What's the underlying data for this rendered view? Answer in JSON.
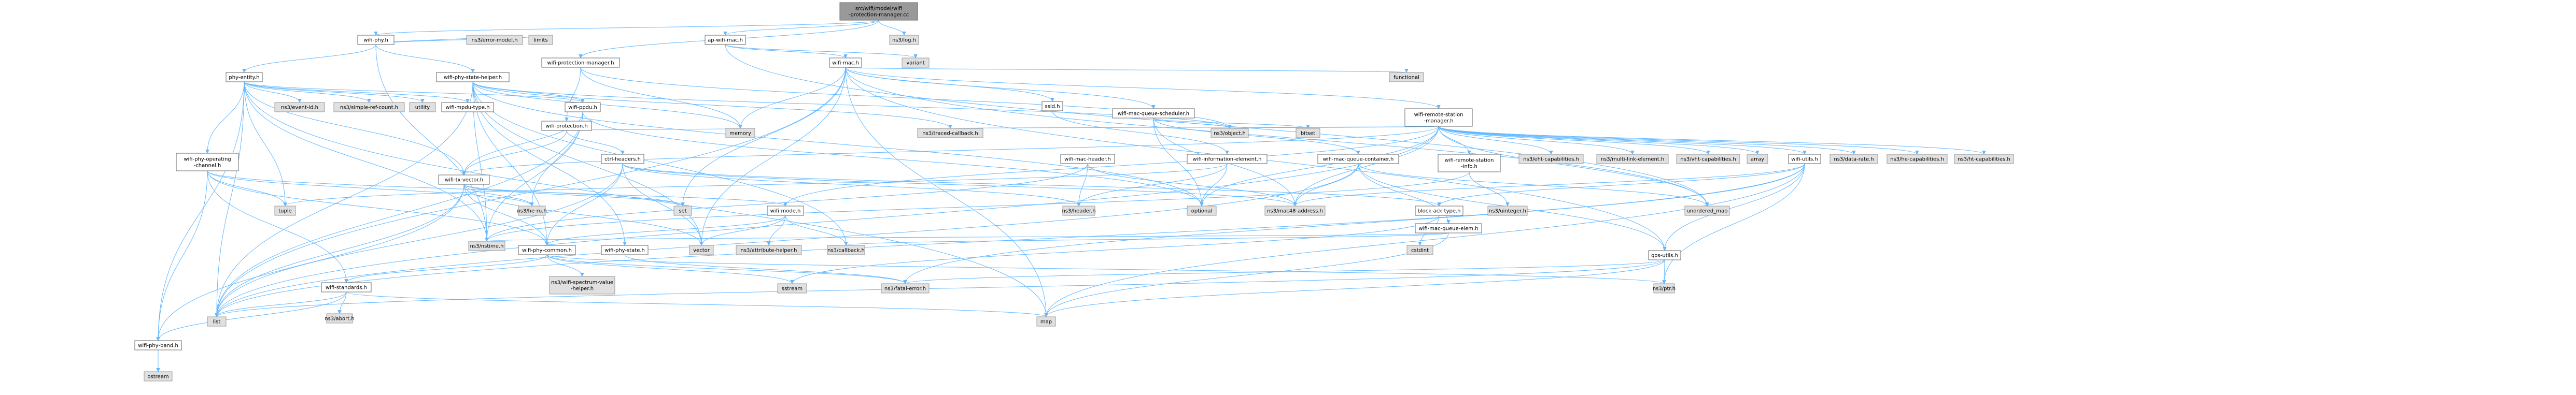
{
  "colors": {
    "edge": "#63b8ff",
    "root_fill": "#999999",
    "local_fill": "#ffffff",
    "external_fill": "#e0e0e0"
  },
  "nodes": [
    {
      "id": "root",
      "label": [
        "src/wifi/model/wifi",
        "-protection-manager.cc"
      ],
      "kind": "root"
    },
    {
      "id": "wifi-phy",
      "label": [
        "wifi-phy.h"
      ],
      "kind": "local"
    },
    {
      "id": "ap-wifi-mac",
      "label": [
        "ap-wifi-mac.h"
      ],
      "kind": "local"
    },
    {
      "id": "log",
      "label": [
        "ns3/log.h"
      ],
      "kind": "ext"
    },
    {
      "id": "wifi-protection-manager",
      "label": [
        "wifi-protection-manager.h"
      ],
      "kind": "local"
    },
    {
      "id": "phy-entity",
      "label": [
        "phy-entity.h"
      ],
      "kind": "local"
    },
    {
      "id": "wifi-phy-state-helper",
      "label": [
        "wifi-phy-state-helper.h"
      ],
      "kind": "local"
    },
    {
      "id": "error-model",
      "label": [
        "ns3/error-model.h"
      ],
      "kind": "ext"
    },
    {
      "id": "limits",
      "label": [
        "limits"
      ],
      "kind": "ext"
    },
    {
      "id": "wifi-mac",
      "label": [
        "wifi-mac.h"
      ],
      "kind": "local"
    },
    {
      "id": "variant",
      "label": [
        "variant"
      ],
      "kind": "ext"
    },
    {
      "id": "wifi-remote-station-manager",
      "label": [
        "wifi-remote-station",
        "-manager.h"
      ],
      "kind": "local"
    },
    {
      "id": "functional",
      "label": [
        "functional"
      ],
      "kind": "ext"
    },
    {
      "id": "event-id",
      "label": [
        "ns3/event-id.h"
      ],
      "kind": "ext"
    },
    {
      "id": "simple-ref-count",
      "label": [
        "ns3/simple-ref-count.h"
      ],
      "kind": "ext"
    },
    {
      "id": "utility",
      "label": [
        "utility"
      ],
      "kind": "ext"
    },
    {
      "id": "wifi-mpdu-type",
      "label": [
        "wifi-mpdu-type.h"
      ],
      "kind": "local"
    },
    {
      "id": "wifi-ppdu",
      "label": [
        "wifi-ppdu.h"
      ],
      "kind": "local"
    },
    {
      "id": "wifi-protection",
      "label": [
        "wifi-protection.h"
      ],
      "kind": "local"
    },
    {
      "id": "memory",
      "label": [
        "memory"
      ],
      "kind": "ext"
    },
    {
      "id": "traced-callback",
      "label": [
        "ns3/traced-callback.h"
      ],
      "kind": "ext"
    },
    {
      "id": "ssid",
      "label": [
        "ssid.h"
      ],
      "kind": "local"
    },
    {
      "id": "wifi-mac-queue-scheduler",
      "label": [
        "wifi-mac-queue-scheduler.h"
      ],
      "kind": "local"
    },
    {
      "id": "object",
      "label": [
        "ns3/object.h"
      ],
      "kind": "ext"
    },
    {
      "id": "bitset",
      "label": [
        "bitset"
      ],
      "kind": "ext"
    },
    {
      "id": "wifi-phy-operating-channel",
      "label": [
        "wifi-phy-operating",
        "-channel.h"
      ],
      "kind": "local"
    },
    {
      "id": "ctrl-headers",
      "label": [
        "ctrl-headers.h"
      ],
      "kind": "local"
    },
    {
      "id": "wifi-tx-vector",
      "label": [
        "wifi-tx-vector.h"
      ],
      "kind": "local"
    },
    {
      "id": "wifi-mac-header",
      "label": [
        "wifi-mac-header.h"
      ],
      "kind": "local"
    },
    {
      "id": "wifi-information-element",
      "label": [
        "wifi-information-element.h"
      ],
      "kind": "local"
    },
    {
      "id": "wifi-mac-queue-container",
      "label": [
        "wifi-mac-queue-container.h"
      ],
      "kind": "local"
    },
    {
      "id": "wifi-remote-station-info",
      "label": [
        "wifi-remote-station",
        "-info.h"
      ],
      "kind": "local"
    },
    {
      "id": "eht-capabilities",
      "label": [
        "ns3/eht-capabilities.h"
      ],
      "kind": "ext"
    },
    {
      "id": "multi-link-element",
      "label": [
        "ns3/multi-link-element.h"
      ],
      "kind": "ext"
    },
    {
      "id": "vht-capabilities",
      "label": [
        "ns3/vht-capabilities.h"
      ],
      "kind": "ext"
    },
    {
      "id": "array",
      "label": [
        "array"
      ],
      "kind": "ext"
    },
    {
      "id": "wifi-utils",
      "label": [
        "wifi-utils.h"
      ],
      "kind": "local"
    },
    {
      "id": "data-rate",
      "label": [
        "ns3/data-rate.h"
      ],
      "kind": "ext"
    },
    {
      "id": "he-capabilities",
      "label": [
        "ns3/he-capabilities.h"
      ],
      "kind": "ext"
    },
    {
      "id": "ht-capabilities",
      "label": [
        "ns3/ht-capabilities.h"
      ],
      "kind": "ext"
    },
    {
      "id": "tuple",
      "label": [
        "tuple"
      ],
      "kind": "ext"
    },
    {
      "id": "he-ru",
      "label": [
        "ns3/he-ru.h"
      ],
      "kind": "ext"
    },
    {
      "id": "set",
      "label": [
        "set"
      ],
      "kind": "ext"
    },
    {
      "id": "wifi-mode",
      "label": [
        "wifi-mode.h"
      ],
      "kind": "local"
    },
    {
      "id": "header",
      "label": [
        "ns3/header.h"
      ],
      "kind": "ext"
    },
    {
      "id": "optional",
      "label": [
        "optional"
      ],
      "kind": "ext"
    },
    {
      "id": "mac48-address",
      "label": [
        "ns3/mac48-address.h"
      ],
      "kind": "ext"
    },
    {
      "id": "block-ack-type",
      "label": [
        "block-ack-type.h"
      ],
      "kind": "local"
    },
    {
      "id": "wifi-mac-queue-elem",
      "label": [
        "wifi-mac-queue-elem.h"
      ],
      "kind": "local"
    },
    {
      "id": "uinteger",
      "label": [
        "ns3/uinteger.h"
      ],
      "kind": "ext"
    },
    {
      "id": "unordered_map",
      "label": [
        "unordered_map"
      ],
      "kind": "ext"
    },
    {
      "id": "nstime",
      "label": [
        "ns3/nstime.h"
      ],
      "kind": "ext"
    },
    {
      "id": "wifi-phy-common",
      "label": [
        "wifi-phy-common.h"
      ],
      "kind": "local"
    },
    {
      "id": "wifi-phy-state",
      "label": [
        "wifi-phy-state.h"
      ],
      "kind": "local"
    },
    {
      "id": "vector",
      "label": [
        "vector"
      ],
      "kind": "ext"
    },
    {
      "id": "attribute-helper",
      "label": [
        "ns3/attribute-helper.h"
      ],
      "kind": "ext"
    },
    {
      "id": "callback",
      "label": [
        "ns3/callback.h"
      ],
      "kind": "ext"
    },
    {
      "id": "cstdint",
      "label": [
        "cstdint"
      ],
      "kind": "ext"
    },
    {
      "id": "qos-utils",
      "label": [
        "qos-utils.h"
      ],
      "kind": "local"
    },
    {
      "id": "wifi-standards",
      "label": [
        "wifi-standards.h"
      ],
      "kind": "local"
    },
    {
      "id": "wifi-spectrum-value-helper",
      "label": [
        "ns3/wifi-spectrum-value",
        "-helper.h"
      ],
      "kind": "ext"
    },
    {
      "id": "sstream",
      "label": [
        "sstream"
      ],
      "kind": "ext"
    },
    {
      "id": "fatal-error",
      "label": [
        "ns3/fatal-error.h"
      ],
      "kind": "ext"
    },
    {
      "id": "ptr",
      "label": [
        "ns3/ptr.h"
      ],
      "kind": "ext"
    },
    {
      "id": "abort",
      "label": [
        "ns3/abort.h"
      ],
      "kind": "ext"
    },
    {
      "id": "list",
      "label": [
        "list"
      ],
      "kind": "ext"
    },
    {
      "id": "map",
      "label": [
        "map"
      ],
      "kind": "ext"
    },
    {
      "id": "wifi-phy-band",
      "label": [
        "wifi-phy-band.h"
      ],
      "kind": "local"
    },
    {
      "id": "ostream",
      "label": [
        "ostream"
      ],
      "kind": "ext"
    }
  ],
  "edges": [
    [
      "root",
      "wifi-phy"
    ],
    [
      "root",
      "ap-wifi-mac"
    ],
    [
      "root",
      "log"
    ],
    [
      "root",
      "wifi-protection-manager"
    ],
    [
      "wifi-phy",
      "phy-entity"
    ],
    [
      "wifi-phy",
      "wifi-phy-state-helper"
    ],
    [
      "wifi-phy",
      "error-model"
    ],
    [
      "wifi-phy",
      "limits"
    ],
    [
      "wifi-phy",
      "nstime"
    ],
    [
      "ap-wifi-mac",
      "wifi-mac"
    ],
    [
      "ap-wifi-mac",
      "variant"
    ],
    [
      "ap-wifi-mac",
      "unordered_map"
    ],
    [
      "wifi-protection-manager",
      "wifi-protection"
    ],
    [
      "wifi-protection-manager",
      "memory"
    ],
    [
      "wifi-protection-manager",
      "object"
    ],
    [
      "phy-entity",
      "event-id"
    ],
    [
      "phy-entity",
      "simple-ref-count"
    ],
    [
      "phy-entity",
      "utility"
    ],
    [
      "phy-entity",
      "wifi-mpdu-type"
    ],
    [
      "phy-entity",
      "wifi-ppdu"
    ],
    [
      "phy-entity",
      "wifi-phy-operating-channel"
    ],
    [
      "phy-entity",
      "wifi-tx-vector"
    ],
    [
      "phy-entity",
      "tuple"
    ],
    [
      "phy-entity",
      "list"
    ],
    [
      "phy-entity",
      "map"
    ],
    [
      "phy-entity",
      "nstime"
    ],
    [
      "phy-entity",
      "wifi-phy-band"
    ],
    [
      "wifi-phy-state-helper",
      "wifi-ppdu"
    ],
    [
      "wifi-phy-state-helper",
      "wifi-phy-state"
    ],
    [
      "wifi-phy-state-helper",
      "wifi-phy-common"
    ],
    [
      "wifi-phy-state-helper",
      "traced-callback"
    ],
    [
      "wifi-phy-state-helper",
      "object"
    ],
    [
      "wifi-phy-state-helper",
      "memory"
    ],
    [
      "wifi-phy-state-helper",
      "nstime"
    ],
    [
      "wifi-phy-state-helper",
      "callback"
    ],
    [
      "wifi-phy-state-helper",
      "vector"
    ],
    [
      "wifi-phy-state-helper",
      "list"
    ],
    [
      "wifi-phy-state-helper",
      "optional"
    ],
    [
      "wifi-mac",
      "wifi-remote-station-manager"
    ],
    [
      "wifi-mac",
      "wifi-mac-queue-scheduler"
    ],
    [
      "wifi-mac",
      "ssid"
    ],
    [
      "wifi-mac",
      "qos-utils"
    ],
    [
      "wifi-mac",
      "functional"
    ],
    [
      "wifi-mac",
      "memory"
    ],
    [
      "wifi-mac",
      "set"
    ],
    [
      "wifi-mac",
      "unordered_map"
    ],
    [
      "wifi-mac",
      "list"
    ],
    [
      "wifi-mac",
      "vector"
    ],
    [
      "wifi-mac",
      "map"
    ],
    [
      "wifi-remote-station-manager",
      "wifi-remote-station-info"
    ],
    [
      "wifi-remote-station-manager",
      "eht-capabilities"
    ],
    [
      "wifi-remote-station-manager",
      "multi-link-element"
    ],
    [
      "wifi-remote-station-manager",
      "vht-capabilities"
    ],
    [
      "wifi-remote-station-manager",
      "array"
    ],
    [
      "wifi-remote-station-manager",
      "wifi-utils"
    ],
    [
      "wifi-remote-station-manager",
      "data-rate"
    ],
    [
      "wifi-remote-station-manager",
      "he-capabilities"
    ],
    [
      "wifi-remote-station-manager",
      "ht-capabilities"
    ],
    [
      "wifi-remote-station-manager",
      "wifi-tx-vector"
    ],
    [
      "wifi-remote-station-manager",
      "traced-callback"
    ],
    [
      "wifi-remote-station-manager",
      "object"
    ],
    [
      "wifi-remote-station-manager",
      "mac48-address"
    ],
    [
      "wifi-remote-station-manager",
      "optional"
    ],
    [
      "wifi-remote-station-manager",
      "unordered_map"
    ],
    [
      "wifi-remote-station-manager",
      "list"
    ],
    [
      "wifi-remote-station-manager",
      "wifi-mode"
    ],
    [
      "wifi-ppdu",
      "wifi-tx-vector"
    ],
    [
      "wifi-ppdu",
      "nstime"
    ],
    [
      "wifi-ppdu",
      "he-ru"
    ],
    [
      "wifi-ppdu",
      "list"
    ],
    [
      "wifi-ppdu",
      "optional"
    ],
    [
      "wifi-protection",
      "ctrl-headers"
    ],
    [
      "wifi-protection",
      "wifi-tx-vector"
    ],
    [
      "wifi-protection",
      "memory"
    ],
    [
      "ssid",
      "wifi-information-element"
    ],
    [
      "wifi-mac-queue-scheduler",
      "wifi-mac-queue-container"
    ],
    [
      "wifi-mac-queue-scheduler",
      "object"
    ],
    [
      "wifi-mac-queue-scheduler",
      "bitset"
    ],
    [
      "wifi-mac-queue-scheduler",
      "optional"
    ],
    [
      "wifi-mac-queue-scheduler",
      "mac48-address"
    ],
    [
      "wifi-phy-operating-channel",
      "wifi-phy-common"
    ],
    [
      "wifi-phy-operating-channel",
      "wifi-standards"
    ],
    [
      "wifi-phy-operating-channel",
      "he-ru"
    ],
    [
      "wifi-phy-operating-channel",
      "set"
    ],
    [
      "wifi-phy-operating-channel",
      "tuple"
    ],
    [
      "wifi-phy-operating-channel",
      "wifi-phy-band"
    ],
    [
      "ctrl-headers",
      "block-ack-type"
    ],
    [
      "ctrl-headers",
      "wifi-phy-common"
    ],
    [
      "ctrl-headers",
      "header"
    ],
    [
      "ctrl-headers",
      "mac48-address"
    ],
    [
      "ctrl-headers",
      "list"
    ],
    [
      "ctrl-headers",
      "vector"
    ],
    [
      "wifi-tx-vector",
      "wifi-mode"
    ],
    [
      "wifi-tx-vector",
      "wifi-phy-common"
    ],
    [
      "wifi-tx-vector",
      "he-ru"
    ],
    [
      "wifi-tx-vector",
      "list"
    ],
    [
      "wifi-tx-vector",
      "set"
    ],
    [
      "wifi-tx-vector",
      "vector"
    ],
    [
      "wifi-tx-vector",
      "wifi-phy-band"
    ],
    [
      "wifi-mac-header",
      "header"
    ],
    [
      "wifi-mac-header",
      "mac48-address"
    ],
    [
      "wifi-mac-header",
      "nstime"
    ],
    [
      "wifi-information-element",
      "header"
    ],
    [
      "wifi-information-element",
      "optional"
    ],
    [
      "wifi-information-element",
      "tuple"
    ],
    [
      "wifi-mac-queue-container",
      "wifi-mac-queue-elem"
    ],
    [
      "wifi-mac-queue-container",
      "qos-utils"
    ],
    [
      "wifi-mac-queue-container",
      "mac48-address"
    ],
    [
      "wifi-mac-queue-container",
      "unordered_map"
    ],
    [
      "wifi-mac-queue-container",
      "list"
    ],
    [
      "wifi-remote-station-info",
      "uinteger"
    ],
    [
      "wifi-remote-station-info",
      "nstime"
    ],
    [
      "wifi-utils",
      "block-ack-type"
    ],
    [
      "wifi-utils",
      "qos-utils"
    ],
    [
      "wifi-utils",
      "fatal-error"
    ],
    [
      "wifi-utils",
      "mac48-address"
    ],
    [
      "wifi-utils",
      "ptr"
    ],
    [
      "wifi-utils",
      "list"
    ],
    [
      "wifi-utils",
      "map"
    ],
    [
      "wifi-mode",
      "wifi-phy-common"
    ],
    [
      "wifi-mode",
      "attribute-helper"
    ],
    [
      "wifi-mode",
      "callback"
    ],
    [
      "wifi-mode",
      "vector"
    ],
    [
      "block-ack-type",
      "cstdint"
    ],
    [
      "block-ack-type",
      "sstream"
    ],
    [
      "wifi-mac-queue-elem",
      "nstime"
    ],
    [
      "wifi-mac-queue-elem",
      "callback"
    ],
    [
      "wifi-mac-queue-elem",
      "map"
    ],
    [
      "wifi-phy-common",
      "wifi-standards"
    ],
    [
      "wifi-phy-common",
      "wifi-spectrum-value-helper"
    ],
    [
      "wifi-phy-common",
      "fatal-error"
    ],
    [
      "wifi-phy-common",
      "ptr"
    ],
    [
      "wifi-phy-common",
      "sstream"
    ],
    [
      "wifi-phy-state",
      "fatal-error"
    ],
    [
      "qos-utils",
      "fatal-error"
    ],
    [
      "qos-utils",
      "ptr"
    ],
    [
      "qos-utils",
      "map"
    ],
    [
      "qos-utils",
      "list"
    ],
    [
      "wifi-standards",
      "abort"
    ],
    [
      "wifi-standards",
      "list"
    ],
    [
      "wifi-standards",
      "map"
    ],
    [
      "wifi-standards",
      "wifi-phy-band"
    ],
    [
      "wifi-phy-band",
      "ostream"
    ]
  ]
}
